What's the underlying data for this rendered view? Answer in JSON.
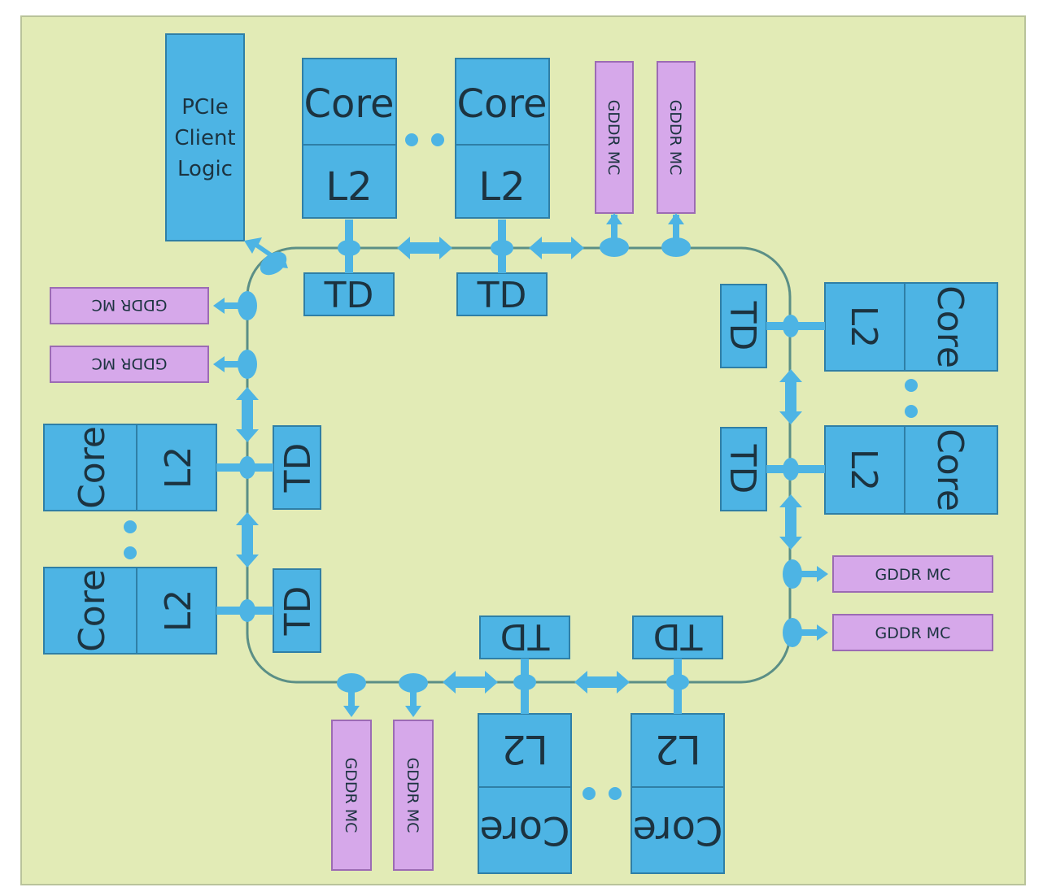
{
  "diagram": {
    "pcie_label_lines": [
      "PCIe",
      "Client",
      "Logic"
    ],
    "core_label": "Core",
    "l2_label": "L2",
    "td_label": "TD",
    "gddr_mc_label": "GDDR MC"
  },
  "colors": {
    "background": "#e2ebb6",
    "block_blue": "#4db4e4",
    "memory_controller_purple": "#d6a8ea",
    "ring": "#5b8f86"
  }
}
